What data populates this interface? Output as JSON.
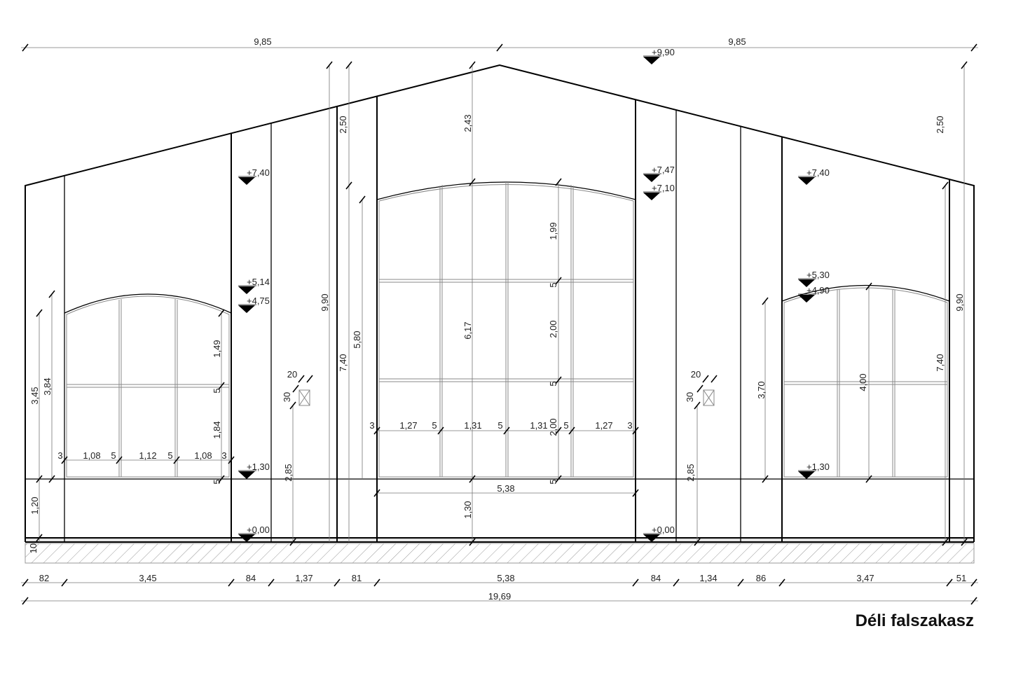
{
  "title": "Déli falszakasz",
  "top_dims": [
    "9,85",
    "9,85"
  ],
  "bottom_dims": [
    "82",
    "3,45",
    "84",
    "1,37",
    "81",
    "5,38",
    "84",
    "1,34",
    "86",
    "3,47",
    "51"
  ],
  "overall_dim": "19,69",
  "levels": {
    "left": [
      "+7,40",
      "+5,14",
      "+4,75",
      "+1,30",
      "+0,00"
    ],
    "center": [
      "+9,90",
      "+7,47",
      "+7,10",
      "+0,00"
    ],
    "right": [
      "+7,40",
      "+5,30",
      "+4,90",
      "+1,30"
    ]
  },
  "left_window": {
    "widths": [
      "3",
      "1,08",
      "5",
      "1,12",
      "5",
      "1,08",
      "3"
    ],
    "heights": [
      "1,49",
      "5",
      "1,84",
      "5"
    ],
    "outer": [
      "3,45",
      "3,84",
      "1,20",
      "10"
    ]
  },
  "center_window": {
    "widths": [
      "3",
      "1,27",
      "5",
      "1,31",
      "5",
      "1,31",
      "5",
      "1,27",
      "3"
    ],
    "heights": [
      "1,99",
      "5",
      "2,00",
      "5",
      "2,00",
      "5"
    ],
    "total_width": "5,38",
    "verticals": [
      "2,43",
      "6,17",
      "1,30"
    ]
  },
  "right_window": {
    "verticals": [
      "3,70",
      "4,00",
      "7,40",
      "2,50",
      "9,90"
    ]
  },
  "mid_left": [
    "9,90",
    "2,50",
    "7,40",
    "5,80",
    "2,85",
    "30",
    "20"
  ],
  "mid_right": [
    "2,85",
    "30",
    "20"
  ]
}
